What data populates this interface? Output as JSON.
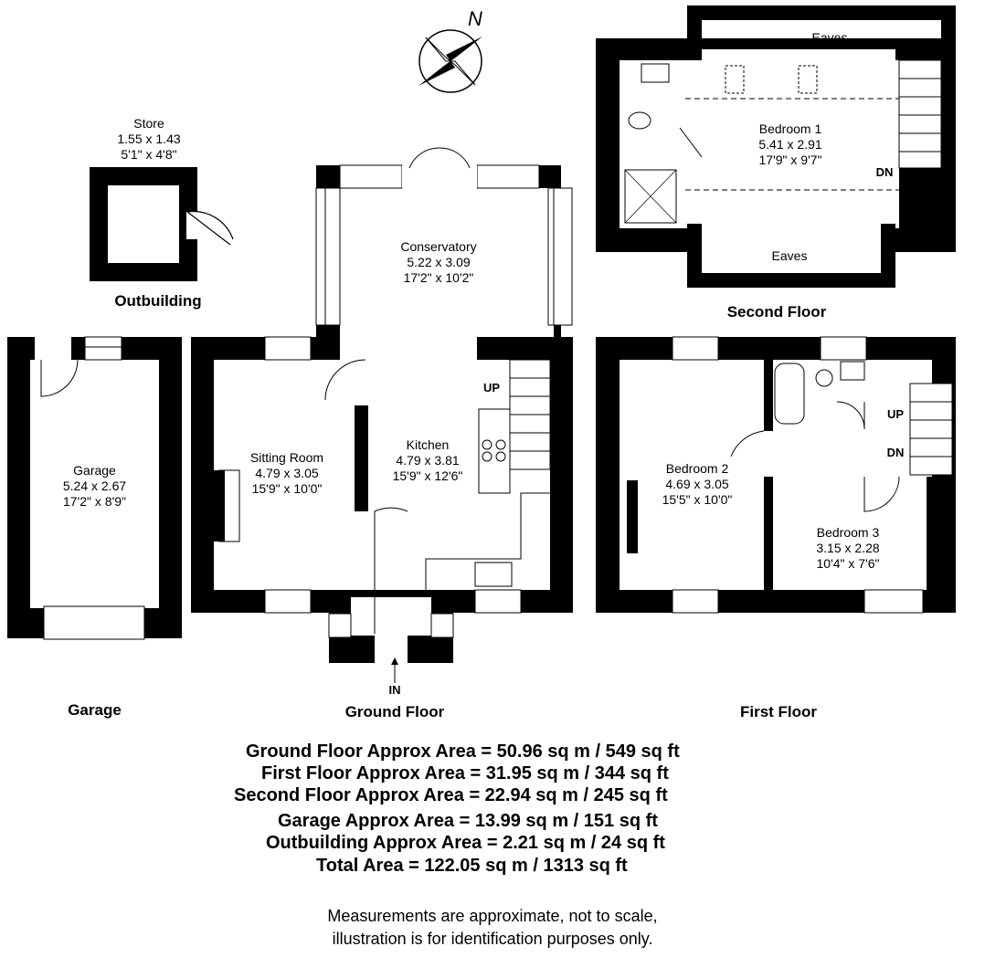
{
  "compass": {
    "north": "N"
  },
  "outbuilding": {
    "title": "Outbuilding",
    "store": {
      "name": "Store",
      "metric": "1.55 x 1.43",
      "imperial": "5'1\" x 4'8\""
    }
  },
  "garage": {
    "title": "Garage",
    "room": {
      "name": "Garage",
      "metric": "5.24 x 2.67",
      "imperial": "17'2\" x 8'9\""
    }
  },
  "ground_floor": {
    "title": "Ground Floor",
    "entry": "IN",
    "stairs_up": "UP",
    "rooms": {
      "conservatory": {
        "name": "Conservatory",
        "metric": "5.22 x 3.09",
        "imperial": "17'2\" x 10'2\""
      },
      "sitting_room": {
        "name": "Sitting Room",
        "metric": "4.79 x 3.05",
        "imperial": "15'9\" x 10'0\""
      },
      "kitchen": {
        "name": "Kitchen",
        "metric": "4.79 x 3.81",
        "imperial": "15'9\" x 12'6\""
      }
    }
  },
  "first_floor": {
    "title": "First Floor",
    "stairs_up": "UP",
    "stairs_down": "DN",
    "rooms": {
      "bedroom2": {
        "name": "Bedroom 2",
        "metric": "4.69 x 3.05",
        "imperial": "15'5\" x 10'0\""
      },
      "bedroom3": {
        "name": "Bedroom 3",
        "metric": "3.15 x 2.28",
        "imperial": "10'4\" x 7'6\""
      }
    }
  },
  "second_floor": {
    "title": "Second Floor",
    "stairs_down": "DN",
    "eaves_top": "Eaves",
    "eaves_bottom": "Eaves",
    "rooms": {
      "bedroom1": {
        "name": "Bedroom 1",
        "metric": "5.41 x 2.91",
        "imperial": "17'9\" x 9'7\""
      }
    }
  },
  "areas": [
    "Ground Floor Approx Area = 50.96 sq m / 549 sq ft",
    "First Floor Approx Area = 31.95 sq m / 344 sq ft",
    "Second Floor Approx Area = 22.94 sq m / 245 sq ft",
    "Garage Approx Area = 13.99 sq m / 151 sq ft",
    "Outbuilding Approx Area = 2.21 sq m / 24 sq ft",
    "Total Area = 122.05 sq m / 1313 sq ft"
  ],
  "disclaimer": [
    "Measurements are approximate, not to scale,",
    "illustration is for identification purposes only."
  ]
}
